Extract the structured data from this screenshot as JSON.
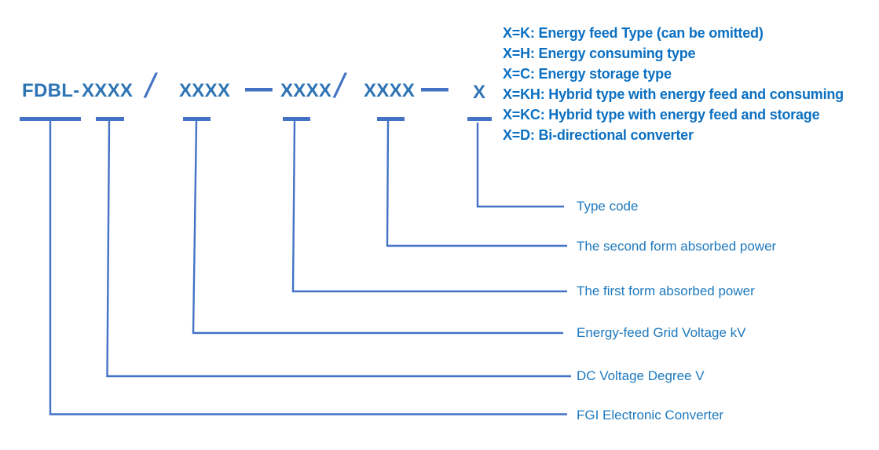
{
  "model_code": {
    "prefix": "FDBL-",
    "segment1": "XXXX",
    "slash1": "/",
    "segment2": "XXXX",
    "dash1": "—",
    "segment3": "XXXX",
    "slash2": "/",
    "segment4": "XXXX",
    "dash2": "—",
    "type_placeholder": "X"
  },
  "type_legend": {
    "items": [
      "X=K: Energy feed Type (can be omitted)",
      "X=H: Energy consuming type",
      "X=C: Energy storage type",
      "X=KH: Hybrid type with energy feed and consuming",
      "X=KC: Hybrid type with energy feed and storage",
      "X=D: Bi-directional converter"
    ]
  },
  "callouts": {
    "type_code": "Type code",
    "second_form_power": "The second form absorbed power",
    "first_form_power": "The first form absorbed power",
    "grid_voltage": "Energy-feed Grid Voltage kV",
    "dc_voltage": "DC Voltage Degree V",
    "converter": "FGI Electronic Converter"
  },
  "colors": {
    "line": "#4472C4",
    "code_text": "#2E74B5",
    "legend_text": "#0B70C2",
    "callout_text": "#1E79BE",
    "background": "#FFFFFF"
  }
}
